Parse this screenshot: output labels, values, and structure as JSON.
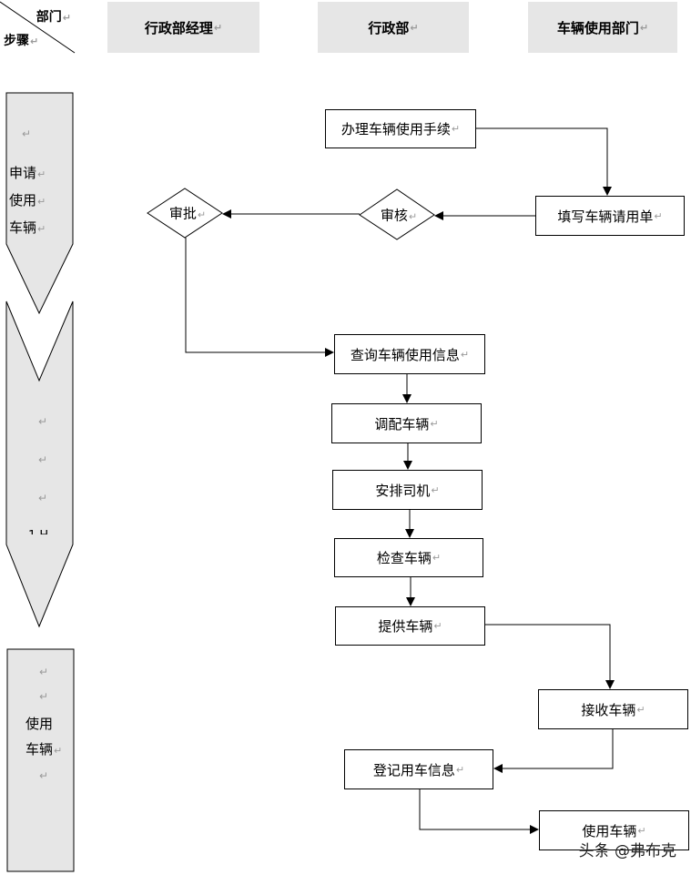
{
  "header": {
    "corner_top": "部门",
    "corner_bottom": "步骤",
    "columns": [
      "行政部经理",
      "行政部",
      "车辆使用部门"
    ]
  },
  "steps": {
    "apply_lines": [
      "申请",
      "使用",
      "车辆"
    ],
    "middle_partial": "1 H",
    "use_lines": [
      "使用",
      "车辆"
    ]
  },
  "nodes": {
    "handle_procedures": "办理车辆使用手续",
    "fill_request_form": "填写车辆请用单",
    "review": "审核",
    "approve": "审批",
    "query_usage_info": "查询车辆使用信息",
    "dispatch_vehicle": "调配车辆",
    "assign_driver": "安排司机",
    "inspect_vehicle": "检查车辆",
    "provide_vehicle": "提供车辆",
    "receive_vehicle": "接收车辆",
    "register_usage": "登记用车信息",
    "use_vehicle": "使用车辆"
  },
  "paragraph_mark": "↵",
  "watermark": "头条 @弗布克"
}
